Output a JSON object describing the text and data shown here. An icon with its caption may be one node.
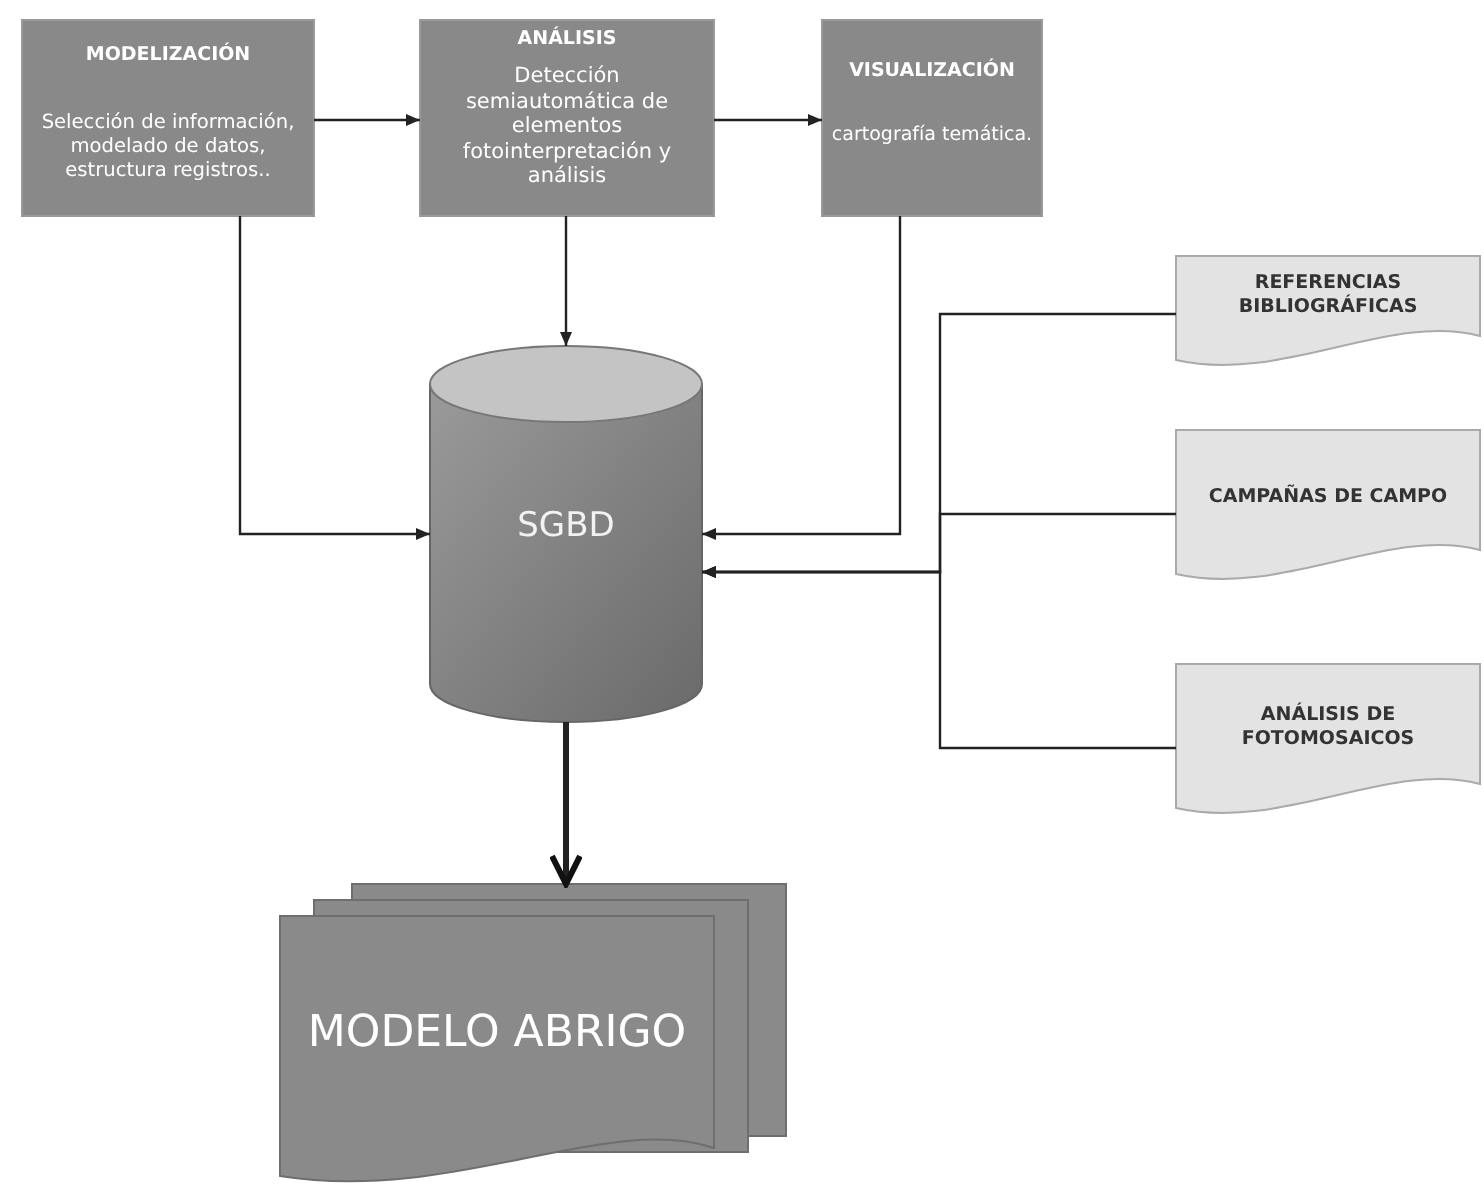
{
  "diagram": {
    "nodes": [
      {
        "text": [
          "MODELIZACIÓN",
          "Selección de información, modelado de datos, estructura registros.."
        ]
      },
      {
        "text": [
          "ANÁLISIS",
          "Detección semiautomática de elementos fotointerpretación y análisis"
        ]
      },
      {
        "text": [
          "VISUALIZACIÓN",
          "cartografía temática."
        ]
      },
      {
        "text": [
          "SGBD"
        ]
      },
      {
        "text": [
          "REFERENCIAS BIBLIOGRÁFICAS"
        ]
      },
      {
        "text": [
          "CAMPAÑAS DE CAMPO"
        ]
      },
      {
        "text": [
          "ANÁLISIS DE FOTOMOSAICOS"
        ]
      },
      {
        "text": [
          "MODELO ABRIGO"
        ]
      }
    ],
    "edges": [
      {
        "from": 0,
        "to": 1,
        "arrow": "to"
      },
      {
        "from": 1,
        "to": 2,
        "arrow": "to"
      },
      {
        "from": 0,
        "to": 3,
        "arrow": "to"
      },
      {
        "from": 1,
        "to": 3,
        "arrow": "to"
      },
      {
        "from": 2,
        "to": 3,
        "arrow": "to"
      },
      {
        "from": 4,
        "to": 3,
        "arrow": "to"
      },
      {
        "from": 5,
        "to": 3,
        "arrow": "to"
      },
      {
        "from": 6,
        "to": 3,
        "arrow": "to"
      },
      {
        "from": 3,
        "to": 7,
        "arrow": "to",
        "style": "thick"
      }
    ]
  }
}
